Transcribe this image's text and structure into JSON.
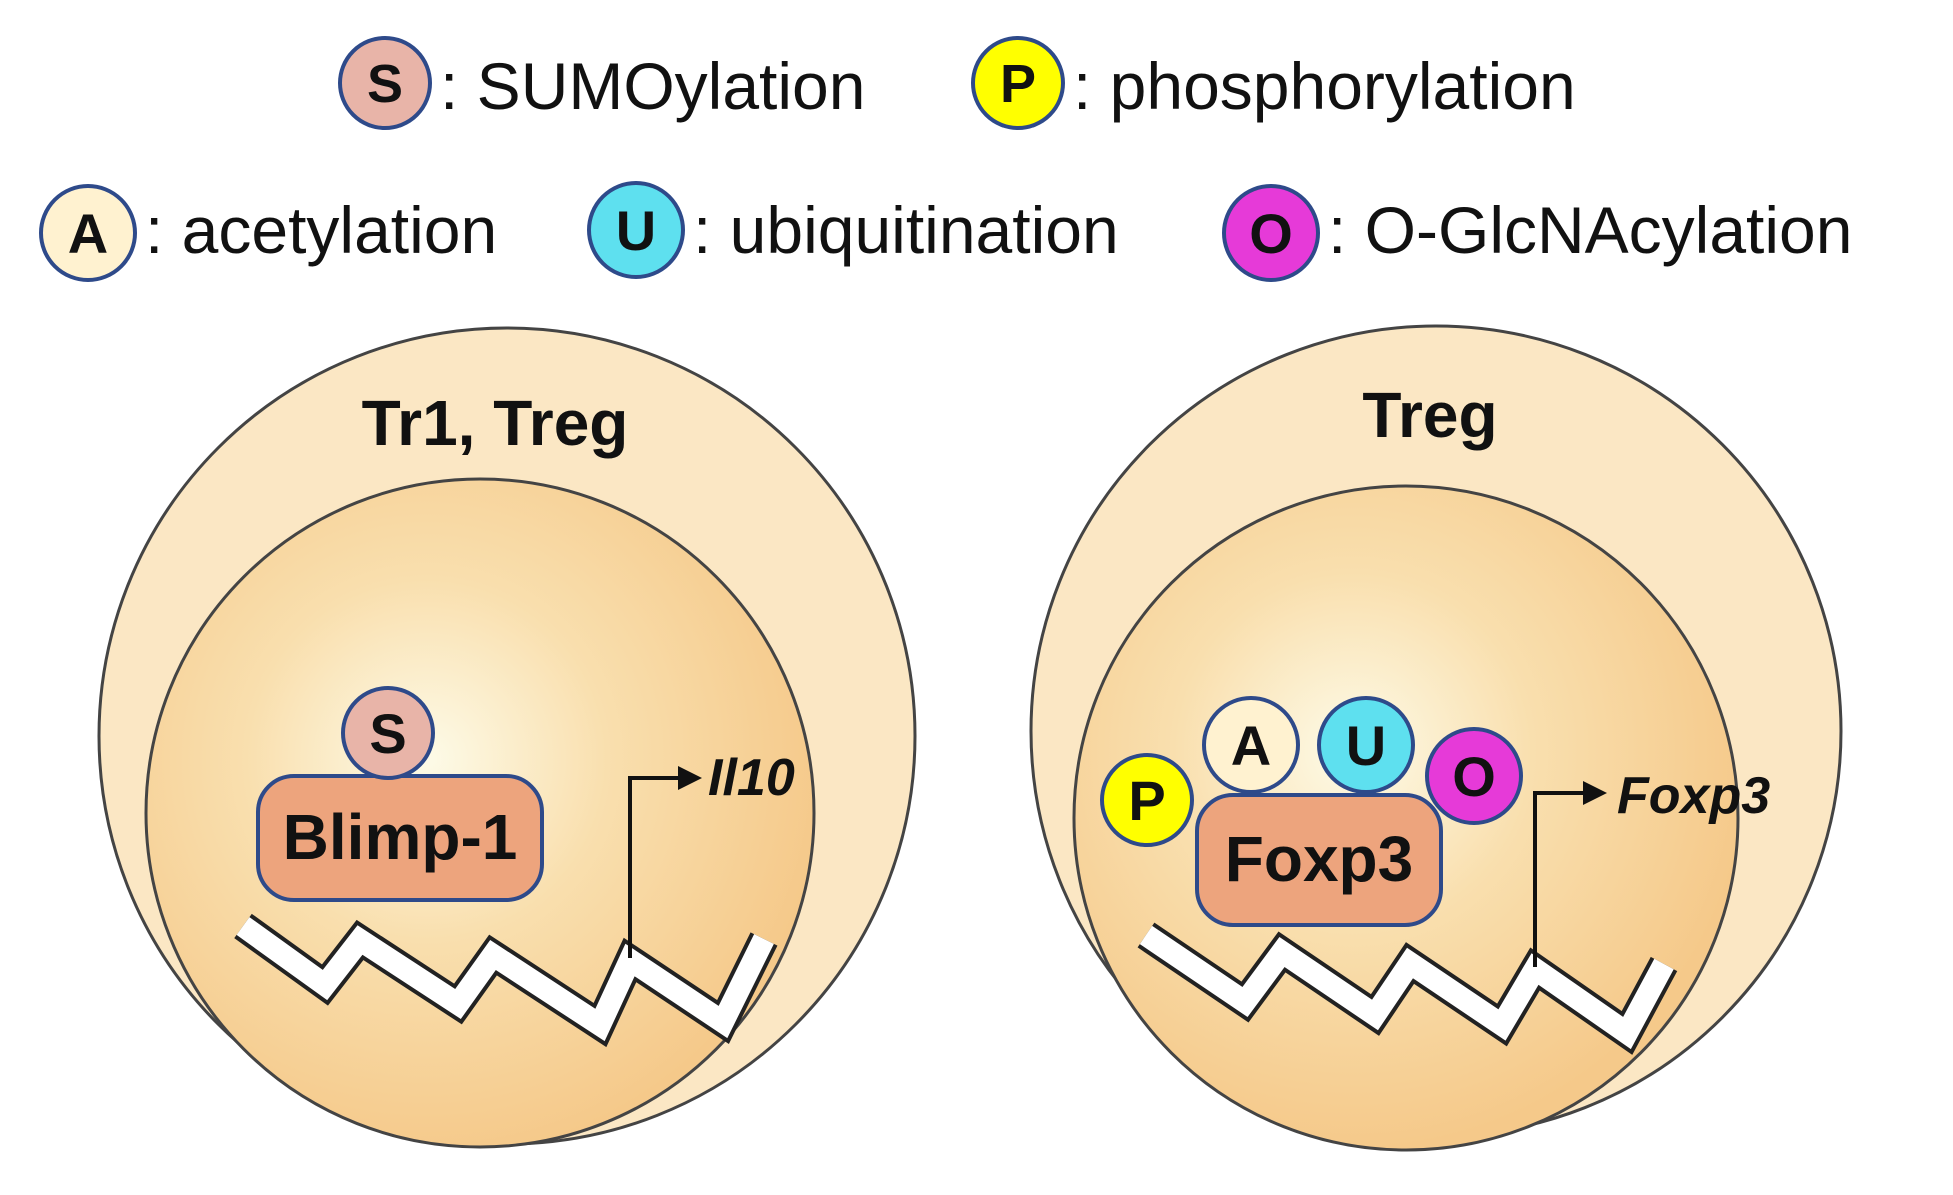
{
  "colors": {
    "sumo": "#e8b4a8",
    "phospho": "#ffff00",
    "acetyl": "#fff2d0",
    "ubiq": "#5ee0ef",
    "oglc": "#e63ad8",
    "badge_stroke": "#2e4a8a",
    "cell_outer": "#fbe7c4",
    "nucleus_edge": "#f6cd8e",
    "nucleus_center": "#fdfbe8",
    "protein_fill": "#eda47d",
    "outline": "#444444"
  },
  "legend": [
    {
      "symbol": "S",
      "label": ": SUMOylation",
      "badge_icon": "sumo-badge-icon"
    },
    {
      "symbol": "P",
      "label": ": phosphorylation",
      "badge_icon": "phospho-badge-icon"
    },
    {
      "symbol": "A",
      "label": ": acetylation",
      "badge_icon": "acetyl-badge-icon"
    },
    {
      "symbol": "U",
      "label": ": ubiquitination",
      "badge_icon": "ubiq-badge-icon"
    },
    {
      "symbol": "O",
      "label": ": O-GlcNAcylation",
      "badge_icon": "oglc-badge-icon"
    }
  ],
  "cells": [
    {
      "title": "Tr1, Treg",
      "protein": "Blimp-1",
      "gene": "Il10",
      "modifications": [
        "S"
      ]
    },
    {
      "title": "Treg",
      "protein": "Foxp3",
      "gene": "Foxp3",
      "modifications": [
        "P",
        "A",
        "U",
        "O"
      ]
    }
  ]
}
